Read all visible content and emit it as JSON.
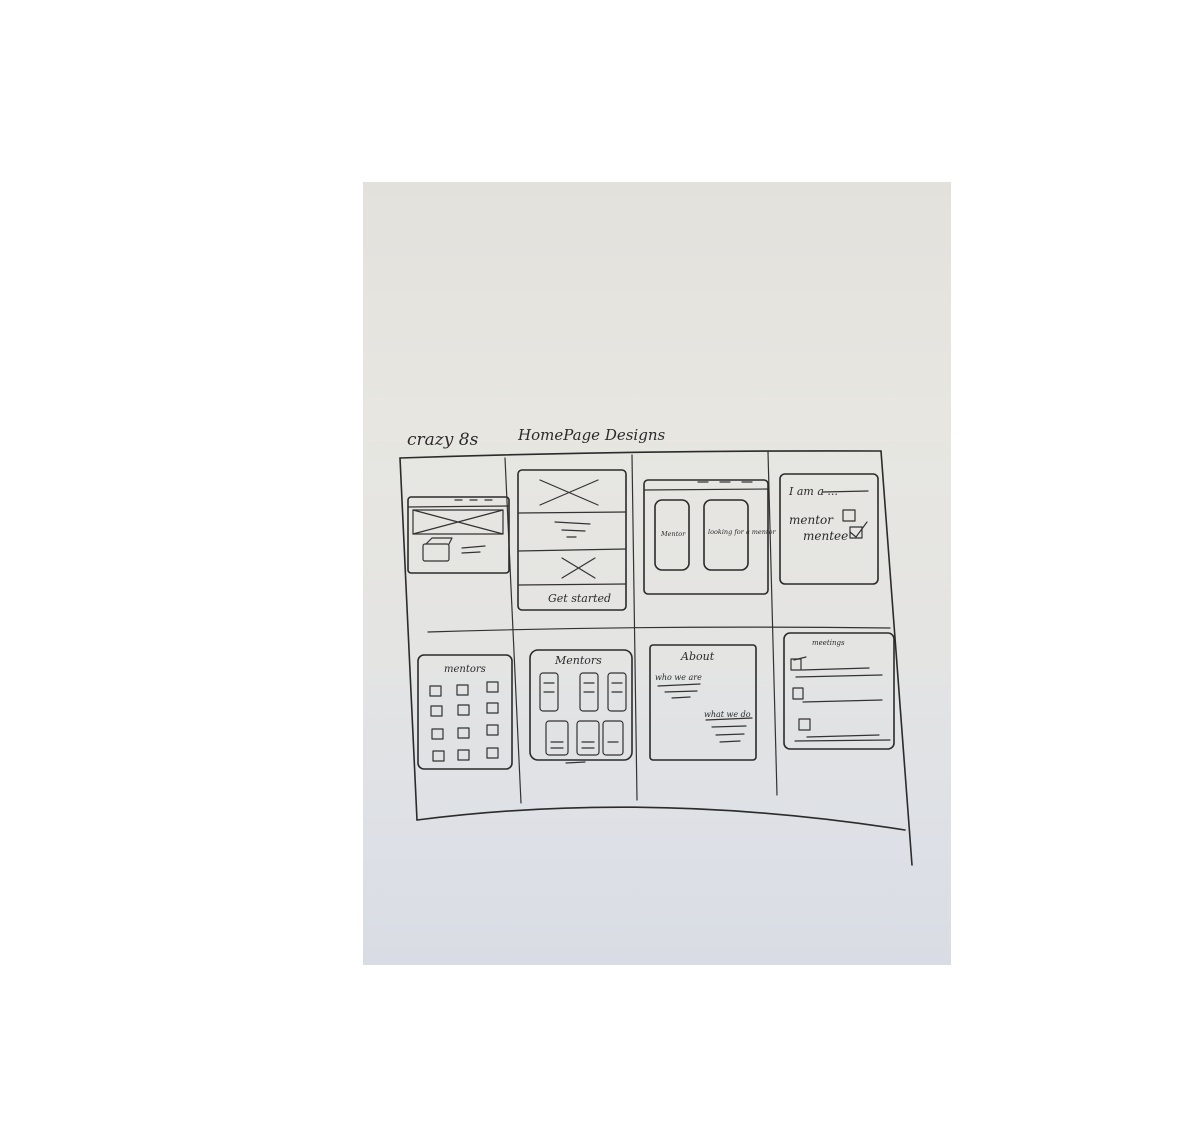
{
  "sketch": {
    "title_left": "crazy 8s",
    "title_right": "HomePage Designs",
    "panels": [
      {
        "labels": []
      },
      {
        "labels": [
          "Get started"
        ]
      },
      {
        "labels": [
          "Mentor",
          "looking for a mentor"
        ]
      },
      {
        "labels": [
          "I am a ...",
          "mentor",
          "mentee"
        ]
      },
      {
        "labels": [
          "mentors"
        ]
      },
      {
        "labels": [
          "Mentors"
        ]
      },
      {
        "labels": [
          "About",
          "who we are",
          "what we do"
        ]
      },
      {
        "labels": [
          "meetings"
        ]
      }
    ]
  },
  "colors": {
    "ink": "#2b2b2b",
    "whiteboard": "#e4e4e2"
  }
}
